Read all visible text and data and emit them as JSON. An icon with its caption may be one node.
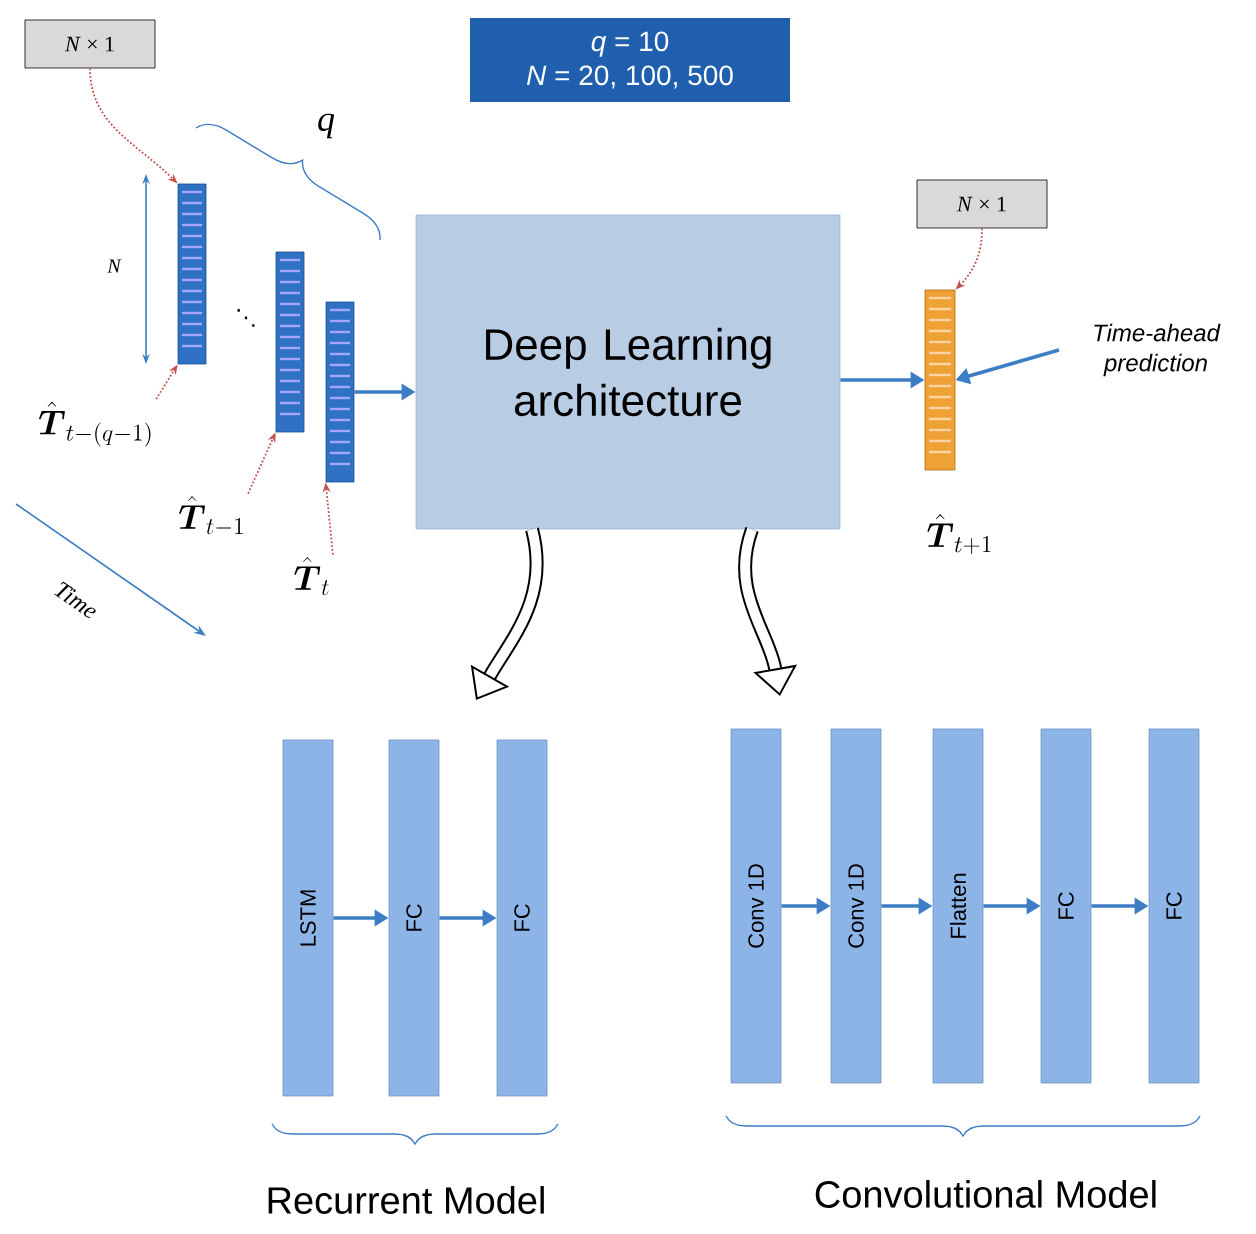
{
  "diagram": {
    "nodes": [
      {
        "text": [
          "*N* × 1"
        ]
      },
      {
        "text": [
          "*q* = 10",
          "*N* = 20, 100, 500"
        ]
      },
      {
        "text": [
          "Deep Learning architecture"
        ]
      },
      {
        "text": [
          "*N* × 1"
        ]
      },
      {
        "text": [],
        "shape": "bar"
      },
      {
        "text": [],
        "shape": "bar"
      },
      {
        "text": [],
        "shape": "bar"
      },
      {
        "text": [],
        "shape": "bar",
        "beside": [
          "\\hat{\\boldsymbol{T}}_{t+1}"
        ]
      },
      {
        "text": [
          "\\hat{\\boldsymbol{T}}_{t-(q-1)}"
        ]
      },
      {
        "text": [
          "\\hat{\\boldsymbol{T}}_{t-1}"
        ]
      },
      {
        "text": [
          "\\hat{\\boldsymbol{T}}_{t}"
        ]
      },
      {
        "text": [
          "Time-ahead prediction"
        ]
      },
      {
        "text": [
          "LSTM"
        ]
      },
      {
        "text": [
          "FC"
        ]
      },
      {
        "text": [
          "FC"
        ]
      },
      {
        "text": [
          "Conv 1D"
        ]
      },
      {
        "text": [
          "Conv 1D"
        ]
      },
      {
        "text": [
          "Flatten"
        ]
      },
      {
        "text": [
          "FC"
        ]
      },
      {
        "text": [
          "FC"
        ]
      }
    ],
    "edges": [
      {
        "from": 0,
        "to": 4,
        "arrow": "to",
        "style": "dashed",
        "color": "#c0504d"
      },
      {
        "from": 3,
        "to": 7,
        "arrow": "to",
        "style": "dashed",
        "color": "#c0504d"
      },
      {
        "from": 8,
        "to": 4,
        "arrow": "to",
        "style": "dashed",
        "color": "#c0504d"
      },
      {
        "from": 9,
        "to": 5,
        "arrow": "to",
        "style": "dashed",
        "color": "#c0504d"
      },
      {
        "from": 10,
        "to": 6,
        "arrow": "to",
        "style": "dashed",
        "color": "#c0504d"
      },
      {
        "from": 6,
        "to": 2,
        "arrow": "to"
      },
      {
        "from": 2,
        "to": 7,
        "arrow": "to"
      },
      {
        "from": 11,
        "to": 7,
        "arrow": "to"
      },
      {
        "from": 2,
        "to": null,
        "arrow": "to",
        "style": "thick",
        "color": "#000000"
      },
      {
        "from": 2,
        "to": null,
        "arrow": "to",
        "style": "thick",
        "color": "#000000"
      },
      {
        "from": 12,
        "to": 13,
        "arrow": "to"
      },
      {
        "from": 13,
        "to": 14,
        "arrow": "to"
      },
      {
        "from": 15,
        "to": 16,
        "arrow": "to"
      },
      {
        "from": 16,
        "to": 17,
        "arrow": "to"
      },
      {
        "from": 17,
        "to": 18,
        "arrow": "to"
      },
      {
        "from": 18,
        "to": 19,
        "arrow": "to"
      }
    ],
    "labels": [
      "q",
      "N",
      "⋱",
      "Time",
      "Recurrent Model",
      "Convolutional Model"
    ]
  }
}
